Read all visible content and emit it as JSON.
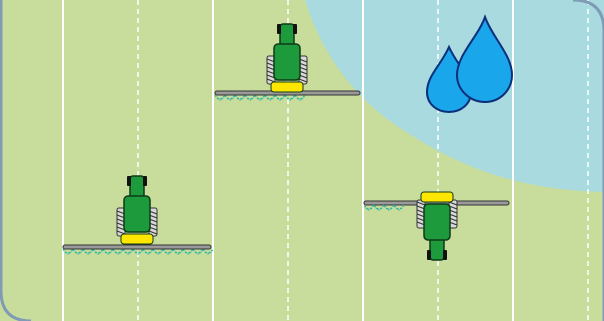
{
  "colors": {
    "field": "#c8dc9c",
    "wet_zone": "#a8dae0",
    "row_solid": "#ffffff",
    "row_dashed": "#ffffff",
    "tractor_body": "#1d9a3c",
    "tractor_outline": "#0e3b17",
    "hitch": "#ffe600",
    "boom": "#9a9a9a",
    "boom_outline": "#333333",
    "spray": "#2fb8a6",
    "drop_fill": "#1aa6ea",
    "drop_outline": "#0b2f7a",
    "frame": "#7f9bb6"
  },
  "icons": {
    "tractors": [
      "tractor-icon-lower-left",
      "tractor-icon-top-center",
      "tractor-icon-right-reversed"
    ],
    "water": "water-drops-icon"
  }
}
